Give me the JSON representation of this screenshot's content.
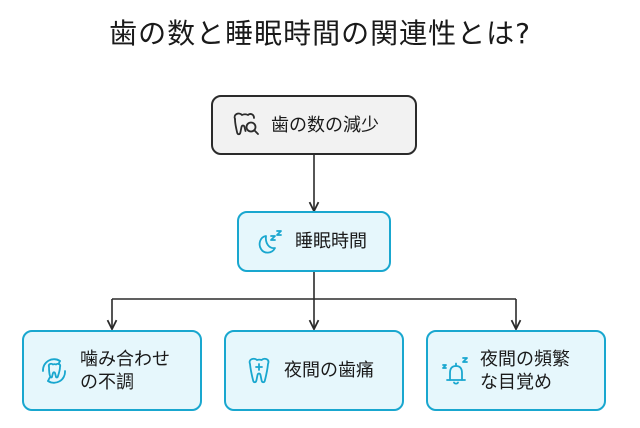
{
  "title": "歯の数と睡眠時間の関連性とは?",
  "nodes": {
    "root": {
      "label": "歯の数の減少",
      "icon": "tooth-search-icon"
    },
    "middle": {
      "label": "睡眠時間",
      "icon": "moon-sleep-icon"
    },
    "leaf_left": {
      "line1": "噛み合わせ",
      "line2": "の不調",
      "icon": "tooth-rotate-icon"
    },
    "leaf_center": {
      "label": "夜間の歯痛",
      "icon": "tooth-plus-icon"
    },
    "leaf_right": {
      "line1": "夜間の頻繁",
      "line2": "な目覚め",
      "icon": "alarm-bell-sleep-icon"
    }
  },
  "colors": {
    "root_fill": "#f2f2f2",
    "root_border": "#2b2b2b",
    "blue_fill": "#e6f7fc",
    "blue_border": "#19a7cf",
    "connector": "#2b2b2b"
  }
}
